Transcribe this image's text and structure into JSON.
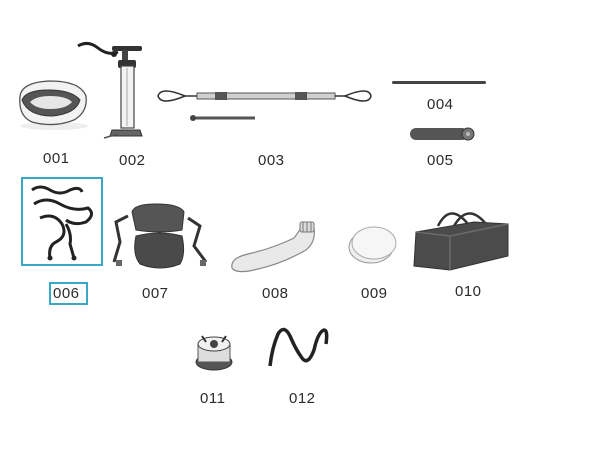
{
  "accent_color": "#3aa6c8",
  "selected_part": "006",
  "parts": [
    {
      "number": "001",
      "icon": "carry-bag-roll-icon"
    },
    {
      "number": "002",
      "icon": "hand-pump-icon"
    },
    {
      "number": "003",
      "icon": "paddle-leash-icon"
    },
    {
      "number": "004",
      "icon": "rod-icon"
    },
    {
      "number": "005",
      "icon": "rolled-mat-icon"
    },
    {
      "number": "006",
      "icon": "bungee-cord-icon"
    },
    {
      "number": "007",
      "icon": "seat-icon"
    },
    {
      "number": "008",
      "icon": "fin-icon"
    },
    {
      "number": "009",
      "icon": "repair-patch-icon"
    },
    {
      "number": "010",
      "icon": "duffel-bag-icon"
    },
    {
      "number": "011",
      "icon": "valve-icon"
    },
    {
      "number": "012",
      "icon": "coil-leash-icon"
    }
  ]
}
